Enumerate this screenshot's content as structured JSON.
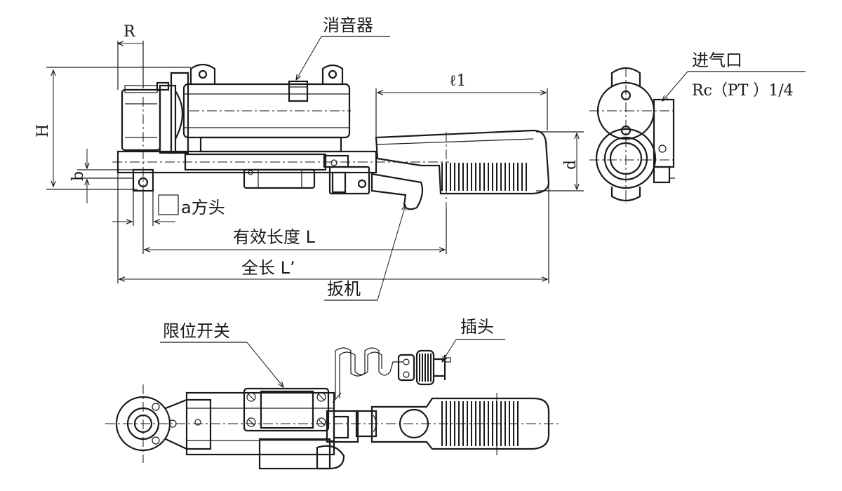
{
  "labels": {
    "silencer": "消音器",
    "air_inlet": "进气口",
    "thread": "Rc（PT ）1/4",
    "square_drive": "a方头",
    "effective_length": "有效长度 L",
    "overall_length": "全长 L’",
    "trigger": "扳机",
    "limit_switch": "限位开关",
    "plug": "插头"
  },
  "dimensions": {
    "R": "R",
    "H": "H",
    "b": "b",
    "d": "d",
    "l1": "ℓ1"
  }
}
